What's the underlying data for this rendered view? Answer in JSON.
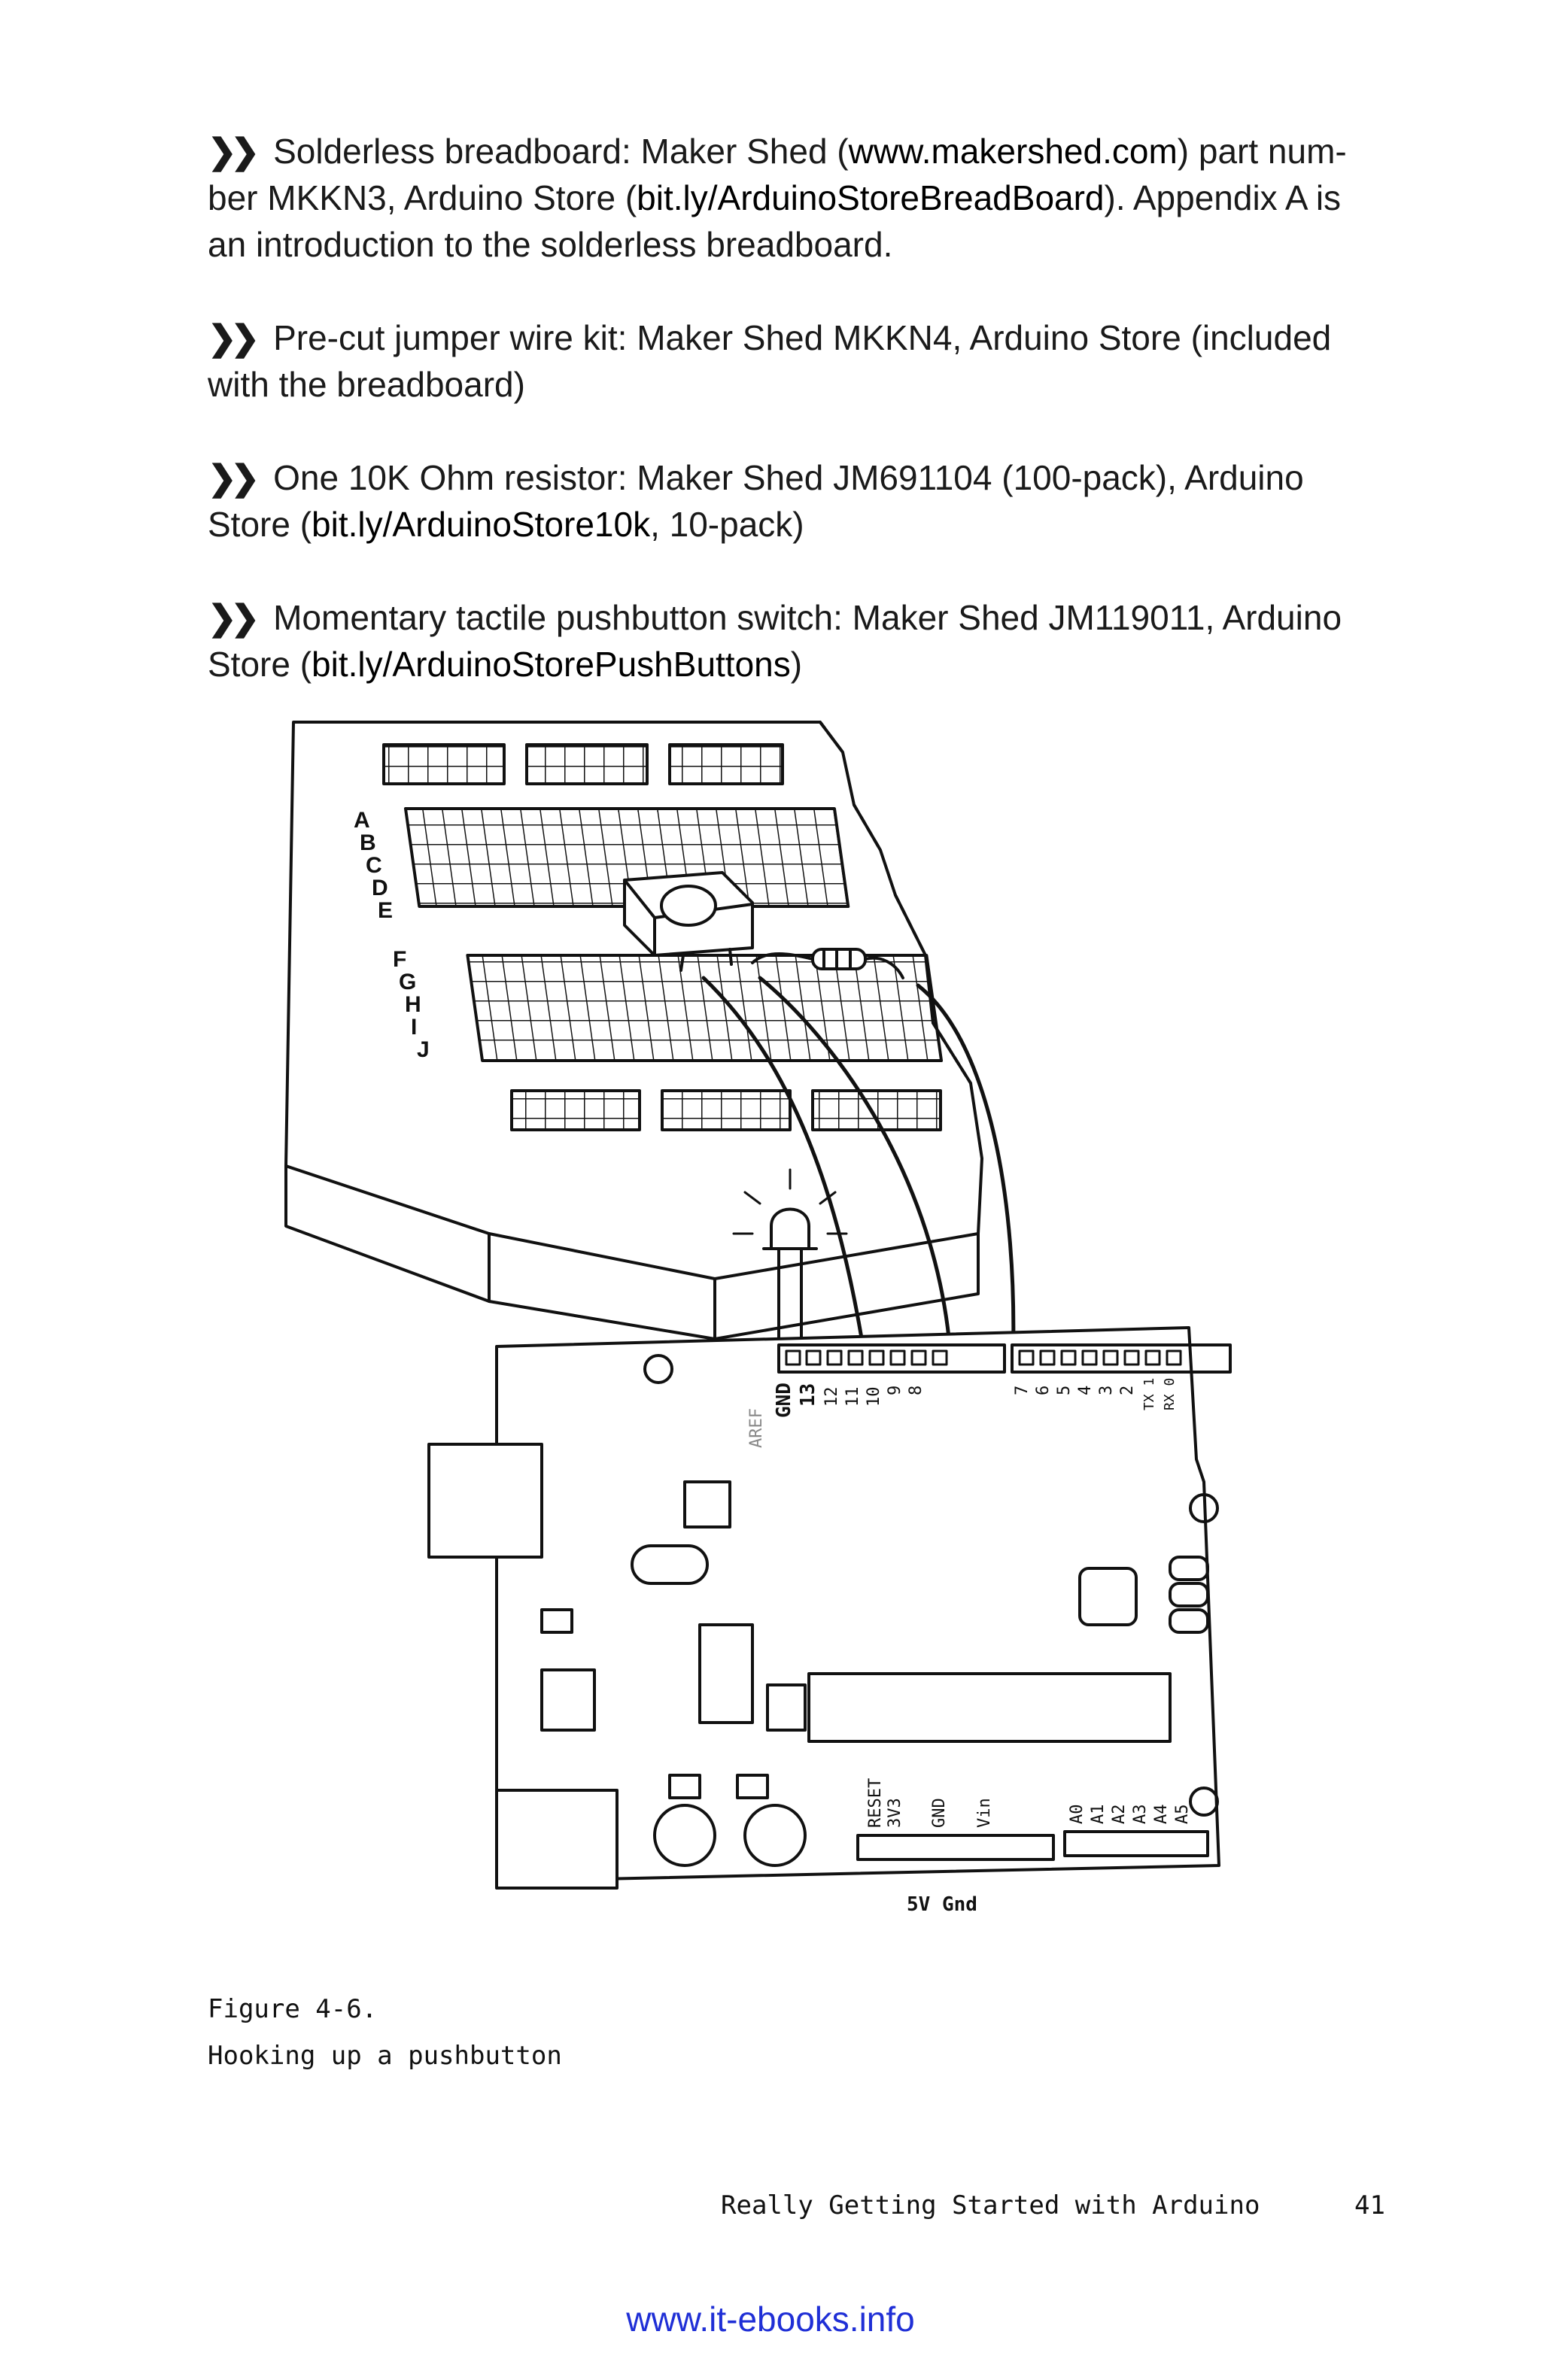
{
  "bullets": [
    {
      "pre": "Solderless breadboard: Maker Shed (",
      "link1": "www.makershed.com",
      "mid": ") part num­ber MKKN3, Arduino Store (",
      "link2": "bit.ly/ArduinoStoreBreadBoard",
      "post": "). Appendix A is an introduction to the solderless breadboard."
    },
    {
      "pre": "Pre-cut jumper wire kit: Maker Shed MKKN4, Arduino Store (included with the breadboard)"
    },
    {
      "pre": "One 10K Ohm resistor: Maker Shed JM691104 (100-pack), Arduino Store (",
      "link1": "bit.ly/ArduinoStore10k",
      "post": ", 10-pack)"
    },
    {
      "pre": "Momentary tactile pushbutton switch: Maker Shed JM119011, Arduino Store (",
      "link1": "bit.ly/ArduinoStorePushButtons",
      "post": ")"
    }
  ],
  "figure": {
    "row_letters": [
      "A",
      "B",
      "C",
      "D",
      "E",
      "F",
      "G",
      "H",
      "I",
      "J"
    ],
    "top_header_labels": [
      "AREF",
      "GND",
      "13",
      "12",
      "11",
      "10",
      "9",
      "8",
      "7",
      "6",
      "5",
      "4",
      "3",
      "2",
      "TX 1",
      "RX 0"
    ],
    "power_labels": [
      "RESET",
      "3V3",
      "GND",
      "Vin"
    ],
    "analog_labels": [
      "A0",
      "A1",
      "A2",
      "A3",
      "A4",
      "A5"
    ],
    "power_bottom_label": "5V Gnd"
  },
  "caption": {
    "line1": "Figure 4-6.",
    "line2": "Hooking up a pushbutton"
  },
  "footer": {
    "book_title": "Really Getting Started with Arduino",
    "page_number": "41"
  },
  "watermark": "www.it-ebooks.info"
}
